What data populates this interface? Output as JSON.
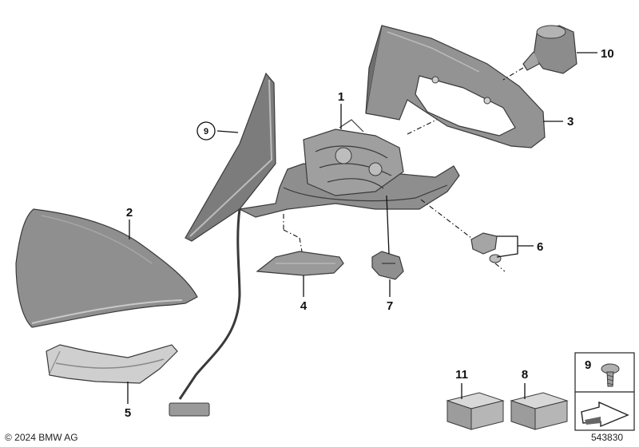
{
  "callouts": {
    "c1": "1",
    "c2": "2",
    "c3": "3",
    "c4": "4",
    "c5": "5",
    "c6": "6",
    "c7": "7",
    "c8": "8",
    "c9_circled": "9",
    "c9_box": "9",
    "c10": "10",
    "c11": "11"
  },
  "footer": {
    "copyright": "© 2024 BMW AG",
    "diagram_number": "543830"
  },
  "colors": {
    "part_fill_dark": "#8a8a8a",
    "part_fill_mid": "#a9a9a9",
    "part_fill_light": "#d2d2d2",
    "outline": "#3a3a3a",
    "box_fill": "#b8b8b8"
  }
}
